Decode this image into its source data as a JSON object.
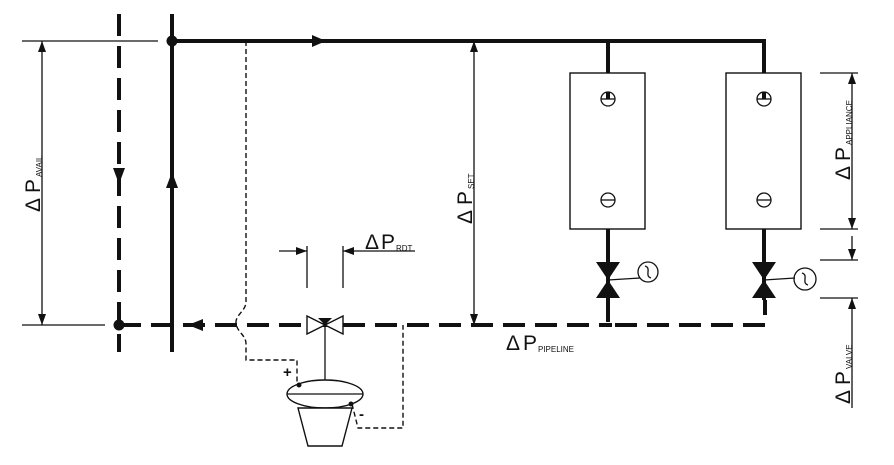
{
  "symbols": {
    "delta": "Δ",
    "p": "P"
  },
  "labels": {
    "avail": "AVAIL",
    "set": "SET",
    "rdt": "RDT",
    "pipeline": "PIPELINE",
    "appliance": "APPLIANCE",
    "valve": "VALVE"
  },
  "actuator": {
    "plus": "+",
    "minus": "-"
  },
  "icons": {
    "flow-arrow": "triangle",
    "control-valve": "bowtie",
    "actuator-motor": "circle-tilde",
    "regulator": "diaphragm-bell"
  }
}
